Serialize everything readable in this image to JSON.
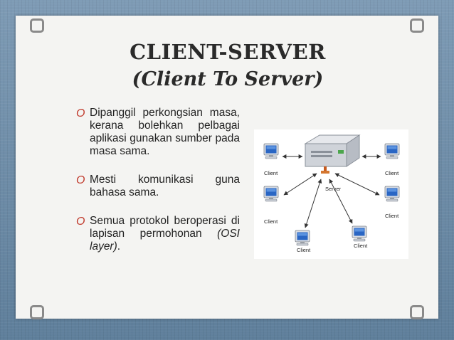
{
  "slide": {
    "title": "CLIENT-SERVER",
    "subtitle": "(Client To Server)"
  },
  "bullets": [
    {
      "marker": "O",
      "text": "Dipanggil perkongsian masa, kerana bolehkan pelbagai aplikasi gunakan sumber pada masa sama."
    },
    {
      "marker": "O",
      "text": "Mesti komunikasi guna bahasa sama."
    },
    {
      "marker": "O",
      "text": "Semua protokol beroperasi di lapisan permohonan ",
      "italic_suffix": "(OSI layer)",
      "suffix": "."
    }
  ],
  "diagram": {
    "server_label": "Server",
    "client_labels": [
      "Client",
      "Client",
      "Client",
      "Client",
      "Client",
      "Client"
    ]
  },
  "colors": {
    "background": "#6b8aa5",
    "card": "#f4f4f2",
    "bullet_marker": "#c0392b"
  }
}
